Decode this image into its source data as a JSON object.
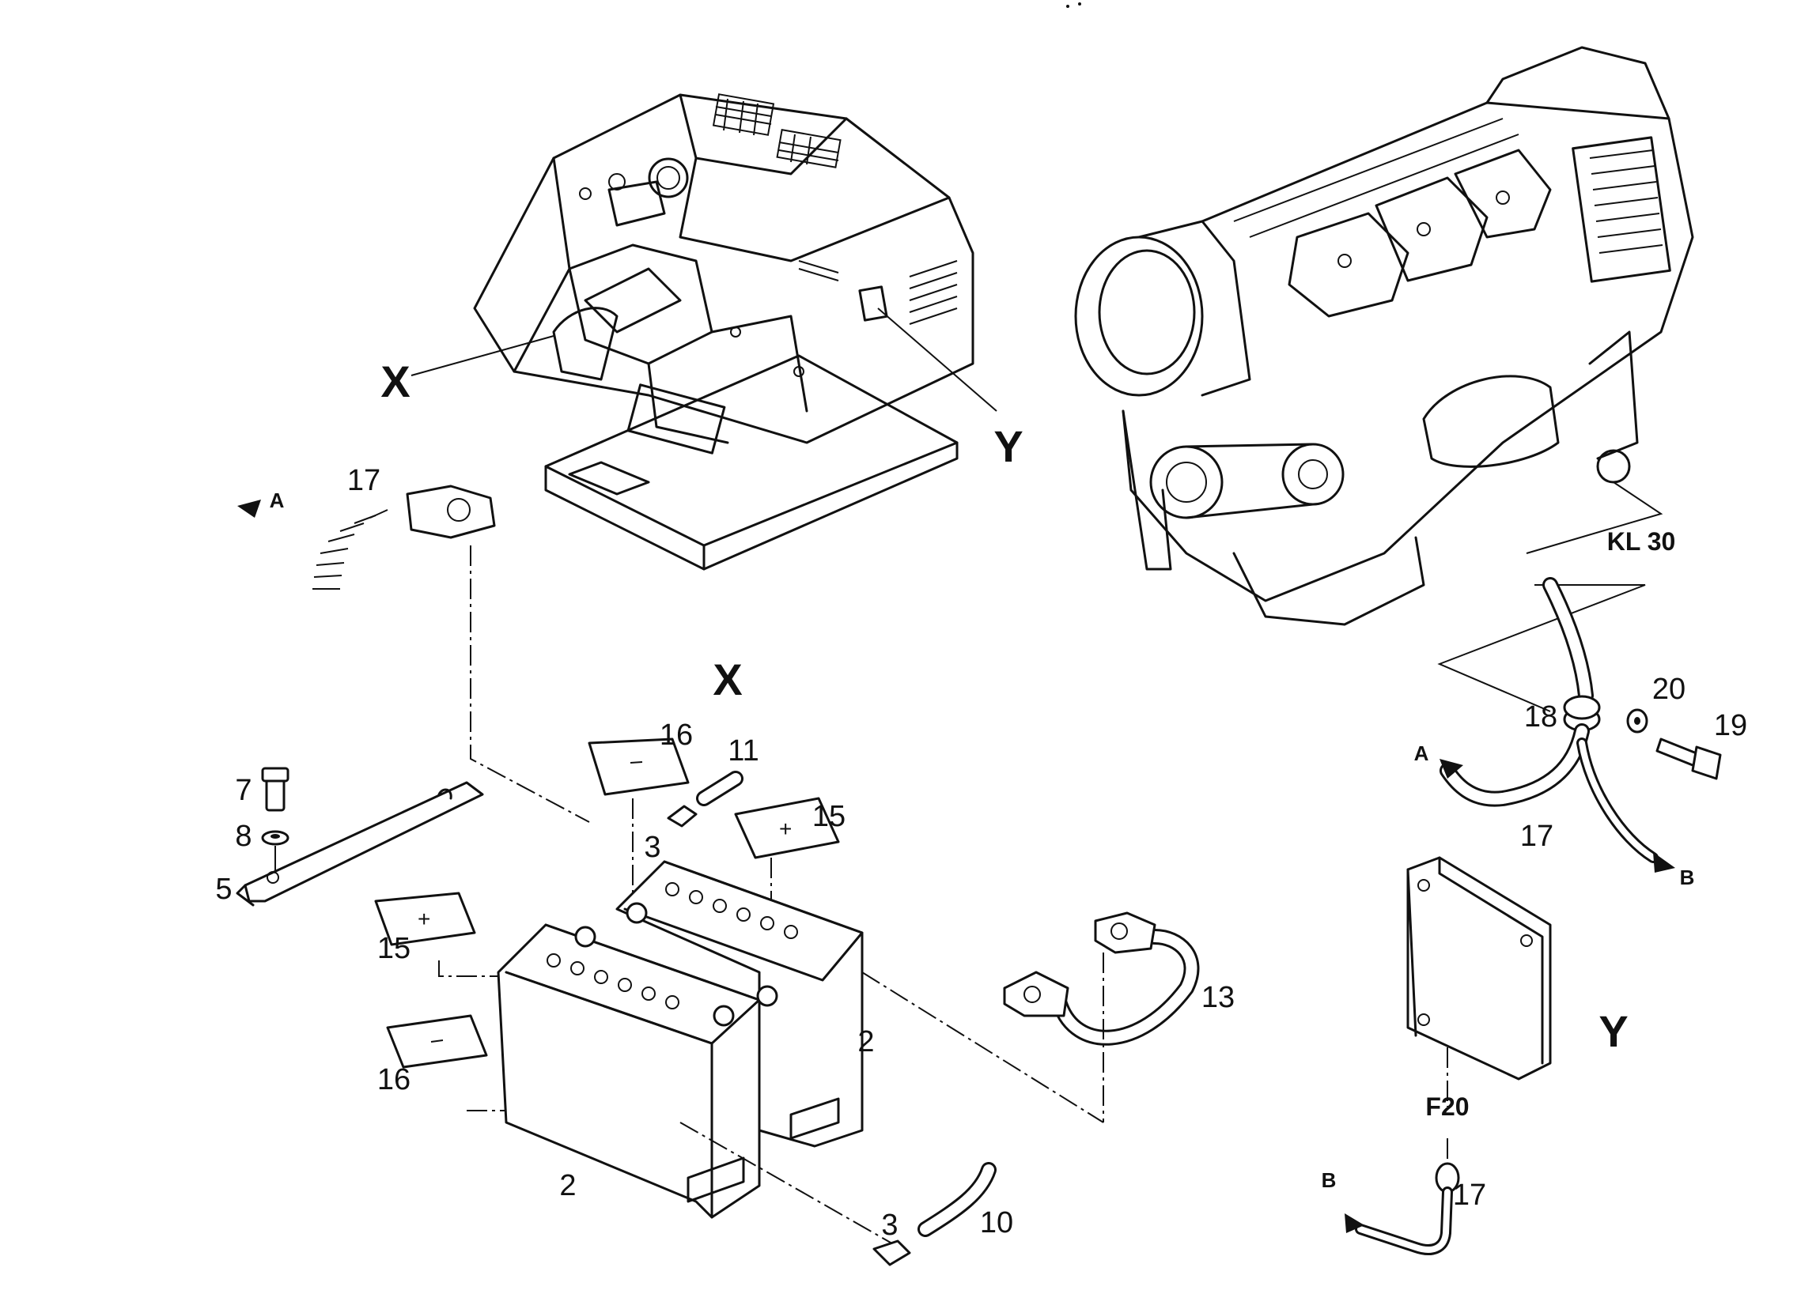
{
  "diagram": {
    "view_labels": {
      "x_overview": "X",
      "y_overview": "Y",
      "x_section": "X",
      "y_section": "Y"
    },
    "part_numbers": {
      "p17_top": "17",
      "p7": "7",
      "p8": "8",
      "p5": "5",
      "p16_top": "16",
      "p11": "11",
      "p3_top": "3",
      "p15_right": "15",
      "p15_left": "15",
      "p16_left": "16",
      "p2_right": "2",
      "p2_bottom": "2",
      "p13": "13",
      "p3_bottom": "3",
      "p10": "10",
      "p18": "18",
      "p20": "20",
      "p19": "19",
      "p17_mid": "17",
      "p17_low": "17"
    },
    "connector_labels": {
      "kl30": "KL 30",
      "f20": "F20"
    },
    "arrow_refs": {
      "a_top": "A",
      "a_right": "A",
      "b_right": "B",
      "b_low": "B"
    }
  }
}
